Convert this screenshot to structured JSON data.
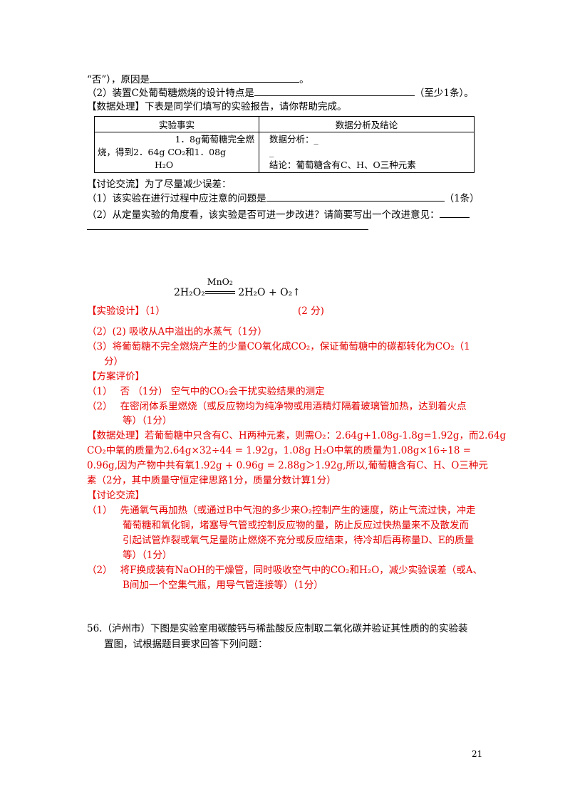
{
  "top": {
    "line1": "“否”），原因是",
    "line1_end": "。",
    "line2": "（2）装置C处葡萄糖燃烧的设计特点是",
    "line2_end": "（至少1条）。",
    "data_heading": "【数据处理】下表是同学们填写的实验报告，请你帮助完成。"
  },
  "report_table": {
    "headers": [
      "实验事实",
      "数据分析及结论"
    ],
    "fact_lines": [
      "1．8g葡萄糖完全燃",
      "烧，得到2．64g CO₂和1．08g",
      "H₂O"
    ],
    "analysis_lines": [
      "数据分析：_",
      "_",
      "结论：葡萄糖含有C、H、O三种元素"
    ]
  },
  "discussion": {
    "heading": "【讨论交流】为了尽量减少误差：",
    "q1": "（1）该实验在进行过程中应注意的问题是",
    "q1_end": "（1条）",
    "q2": "（2）从定量实验的角度看，该实验是否可进一步改进？请简要写出一个改进意见："
  },
  "equation": {
    "left": "2H₂O₂",
    "catalyst": "MnO₂",
    "right": "2H₂O + O₂↑"
  },
  "answers": {
    "design_label": "【实验设计】（1）",
    "design_score": "(2 分)",
    "design_2": "（2）(2) 吸收从A中溢出的水蒸气（1分）",
    "design_3a": "（3）将葡萄糖不完全燃烧产生的少量CO氧化成CO₂，保证葡萄糖中的碳都转化为CO₂（1",
    "design_3b": "分）",
    "eval_heading": "【方案评价】",
    "eval_1": "（1）　 否 （1分） 空气中的CO₂会干扰实验结果的测定",
    "eval_2a": "（2）　 在密闭体系里燃烧（或反应物均为纯净物或用酒精灯隔着玻璃管加热，达到着火点",
    "eval_2b": "等）（1分）",
    "data_1": "【数据处理】若葡萄糖中只含有C、H两种元素，则需O₂：2.64g+1.08g-1.8g=1.92g，而2.64g",
    "data_2": "CO₂中氧的质量为2.64g×32÷44 = 1.92g，1.08g H₂O中氧的质量为1.08g×16÷18 =",
    "data_3": "0.96g,因为产物中共有氧1.92g + 0.96g = 2.88g＞1.92g,所以,葡萄糖含有C、H、O三种元",
    "data_4": "素（2分，其中质量守恒定律思路1分，质量分数计算1分）",
    "disc_heading": "【讨论交流】",
    "disc_1a": "（1）　 先通氧气再加热（或通过B中气泡的多少来O₂控制产生的速度，防止气流过快，冲走",
    "disc_1b": "葡萄糖和氧化铜，堵塞导气管或控制反应物的量，防止反应过快热量来不及散发而",
    "disc_1c": "引起试管炸裂或氧气足量防止燃烧不充分或反应结束，待冷却后再称量D、E的质量",
    "disc_1d": "等）（1分）",
    "disc_2a": "（2）　 将F换成装有NaOH的干燥管，同时吸收空气中的CO₂和H₂O，减少实验误差（或A、",
    "disc_2b": "B间加一个空集气瓶，用导气管连接等）（1分）"
  },
  "q56": {
    "line1": "56.（泸州市）下图是实验室用碳酸钙与稀盐酸反应制取二氧化碳并验证其性质的的实验装",
    "line2": "置图，试根据题目要求回答下列问题："
  },
  "page_number": "21"
}
